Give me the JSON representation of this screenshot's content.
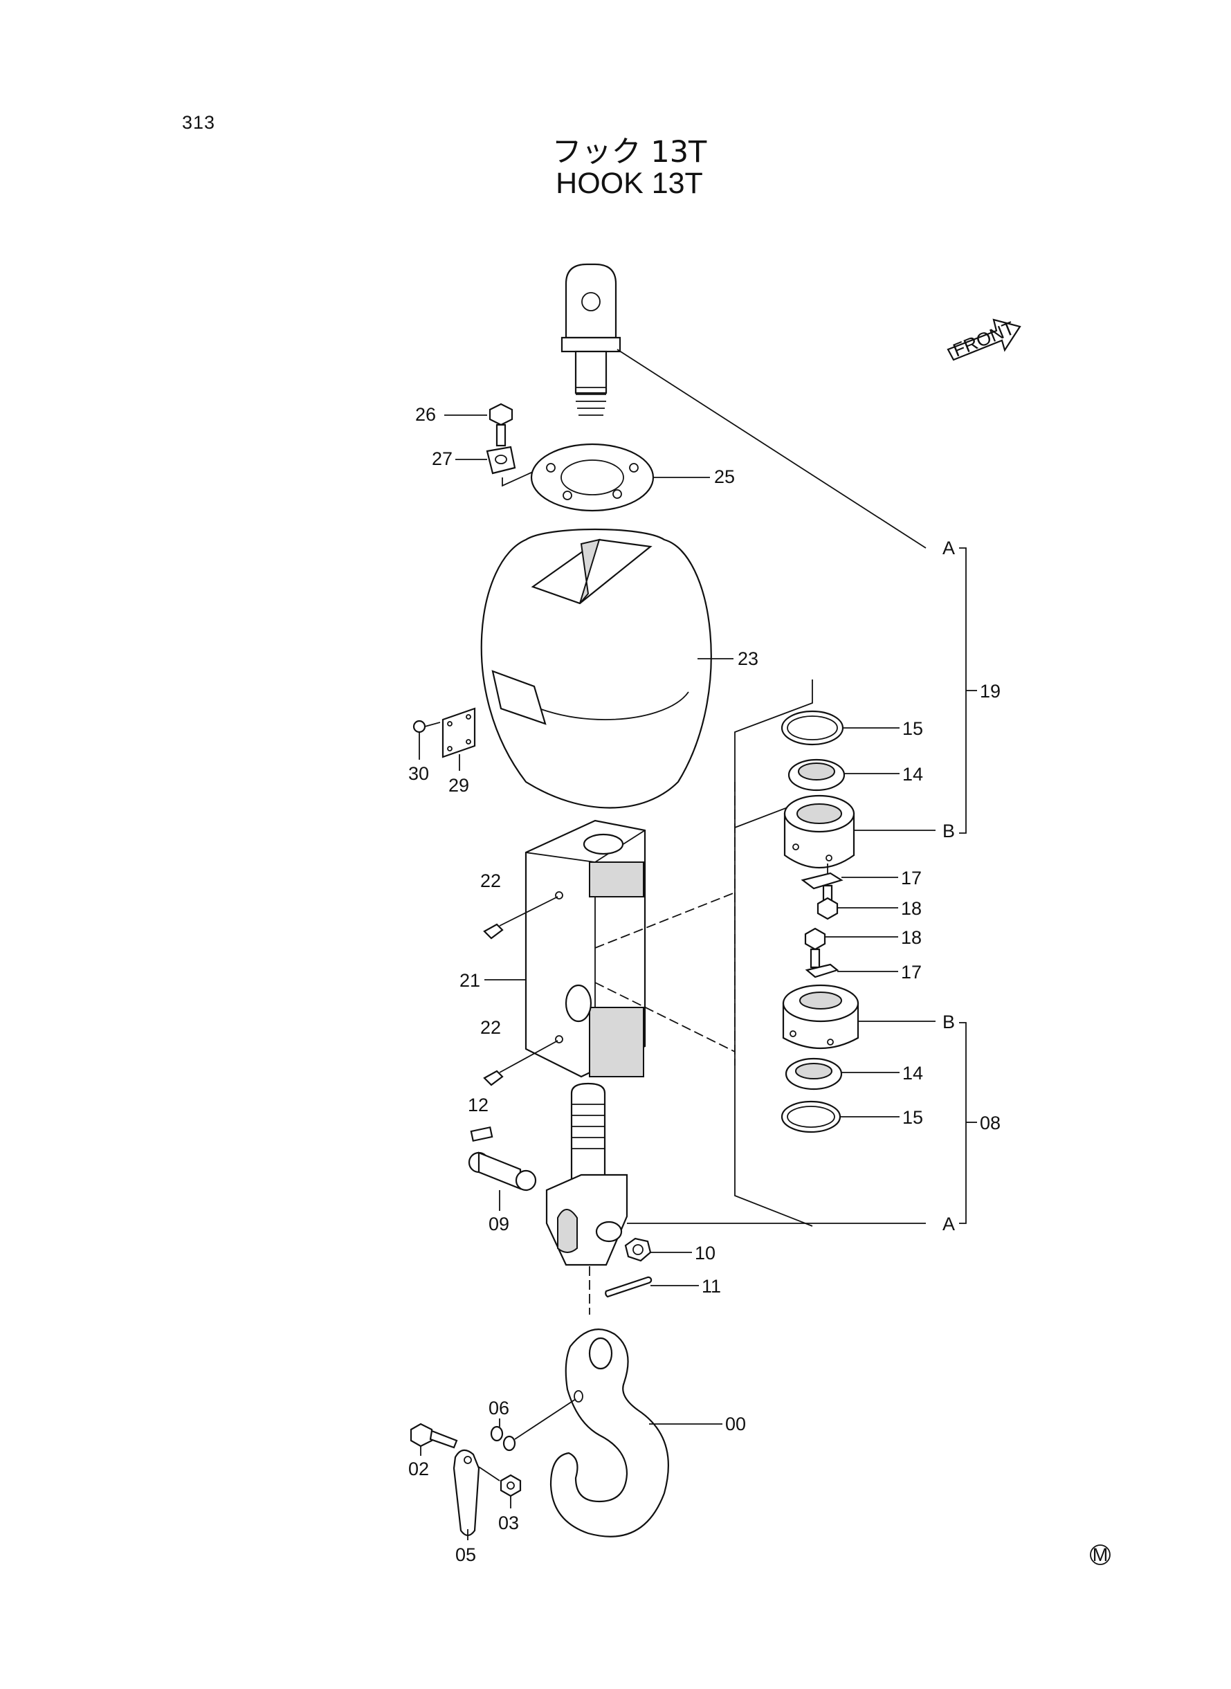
{
  "page_number": "313",
  "title_jp": "フック 13T",
  "title_en": "HOOK 13T",
  "front_indicator": "FRONT",
  "mark": "M",
  "callouts": {
    "c00": "00",
    "c02": "02",
    "c03": "03",
    "c05": "05",
    "c06": "06",
    "c08": "08",
    "c09": "09",
    "c10": "10",
    "c11": "11",
    "c12": "12",
    "c14a": "14",
    "c14b": "14",
    "c15a": "15",
    "c15b": "15",
    "c17a": "17",
    "c17b": "17",
    "c18a": "18",
    "c18b": "18",
    "c19": "19",
    "c21": "21",
    "c22a": "22",
    "c22b": "22",
    "c23": "23",
    "c25": "25",
    "c26": "26",
    "c27": "27",
    "c29": "29",
    "c30": "30",
    "refA1": "A",
    "refA2": "A",
    "refB1": "B",
    "refB2": "B"
  }
}
